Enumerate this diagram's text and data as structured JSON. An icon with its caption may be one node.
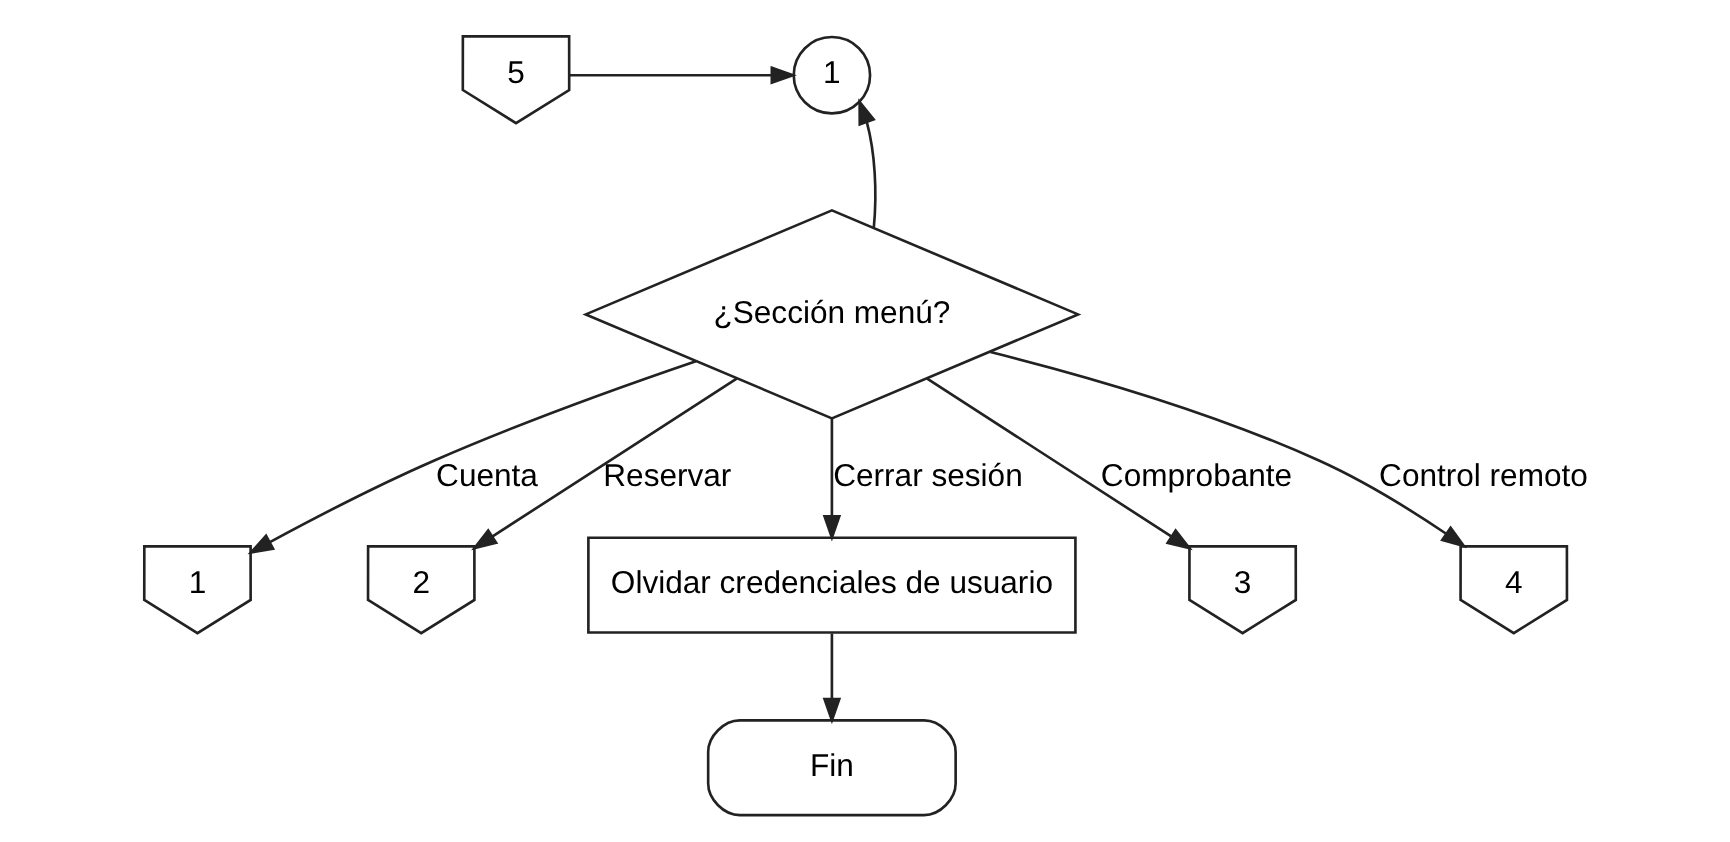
{
  "diagram": {
    "nodes": [
      {
        "text": [
          "1"
        ]
      },
      {
        "text": [
          "5"
        ]
      },
      {
        "text": [
          "¿Sección menú?"
        ]
      },
      {
        "text": [
          "1"
        ]
      },
      {
        "text": [
          "2"
        ]
      },
      {
        "text": [
          "Olvidar credenciales de usuario"
        ]
      },
      {
        "text": [
          "3"
        ]
      },
      {
        "text": [
          "4"
        ]
      },
      {
        "text": [
          "Fin"
        ]
      }
    ],
    "edges": [
      {
        "from": 1,
        "to": 0,
        "arrow": "to"
      },
      {
        "from": 2,
        "to": 0,
        "arrow": "to"
      },
      {
        "from": 2,
        "to": 3,
        "arrow": "to",
        "label": "Cuenta"
      },
      {
        "from": 2,
        "to": 4,
        "arrow": "to",
        "label": "Reservar"
      },
      {
        "from": 2,
        "to": 5,
        "arrow": "to",
        "label": "Cerrar sesión"
      },
      {
        "from": 2,
        "to": 6,
        "arrow": "to",
        "label": "Comprobante"
      },
      {
        "from": 2,
        "to": 7,
        "arrow": "to",
        "label": "Control remoto"
      },
      {
        "from": 5,
        "to": 8,
        "arrow": "to"
      }
    ]
  }
}
